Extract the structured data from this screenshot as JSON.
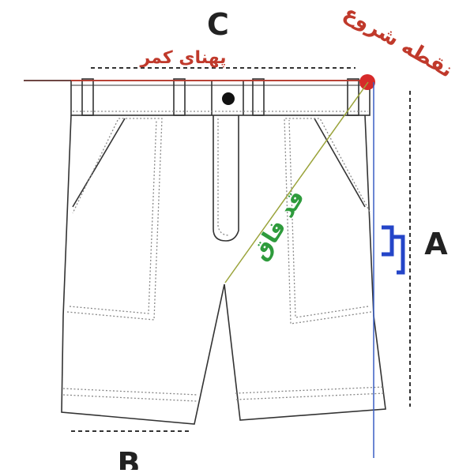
{
  "labels": {
    "c": "C",
    "a": "A",
    "b": "B",
    "waist_width": "پهنای کمر",
    "start_point": "نقطه شروع",
    "crotch_depth": "قد فاق"
  },
  "colors": {
    "outline": "#333333",
    "stitch": "#888888",
    "waist_red": "#c0392b",
    "start_red": "#d62a2a",
    "crotch_green": "#2e9b3c",
    "blue_line": "#3a5fc4",
    "olive_line": "#9aa33a",
    "bracket_blue": "#2445c8"
  },
  "icons": {
    "start_point_marker": "red-dot",
    "button": "black-dot"
  }
}
